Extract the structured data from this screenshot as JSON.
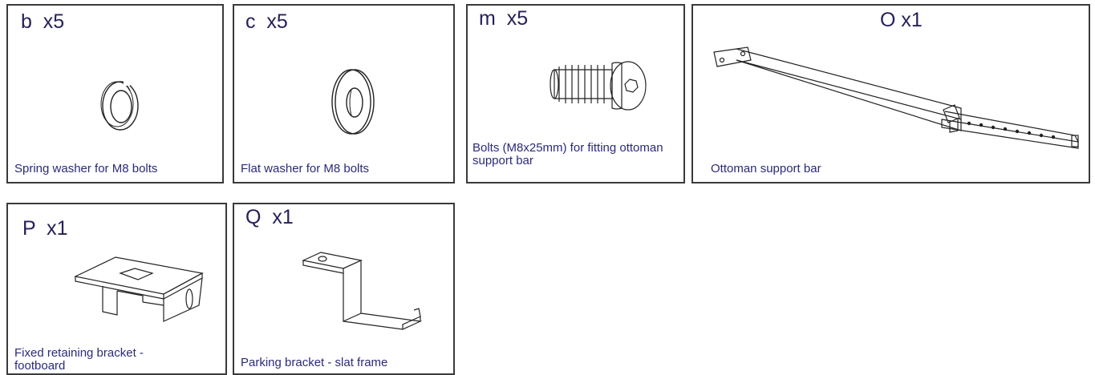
{
  "parts": [
    {
      "code": "b  x5",
      "description": "Spring washer for M8 bolts",
      "illustration": "spring-washer-icon"
    },
    {
      "code": "c  x5",
      "description": "Flat washer for M8 bolts",
      "illustration": "flat-washer-icon"
    },
    {
      "code": "m  x5",
      "description": "Bolts (M8x25mm) for fitting ottoman support bar",
      "illustration": "bolt-icon"
    },
    {
      "code": "O x1",
      "description": "Ottoman support bar",
      "illustration": "support-bar-icon"
    },
    {
      "code": "P  x1",
      "description": "Fixed retaining bracket - footboard",
      "illustration": "retaining-bracket-icon"
    },
    {
      "code": "Q  x1",
      "description": "Parking bracket - slat frame",
      "illustration": "parking-bracket-icon"
    }
  ],
  "colors": {
    "text": "#26215a",
    "border": "#3a3a3a"
  }
}
